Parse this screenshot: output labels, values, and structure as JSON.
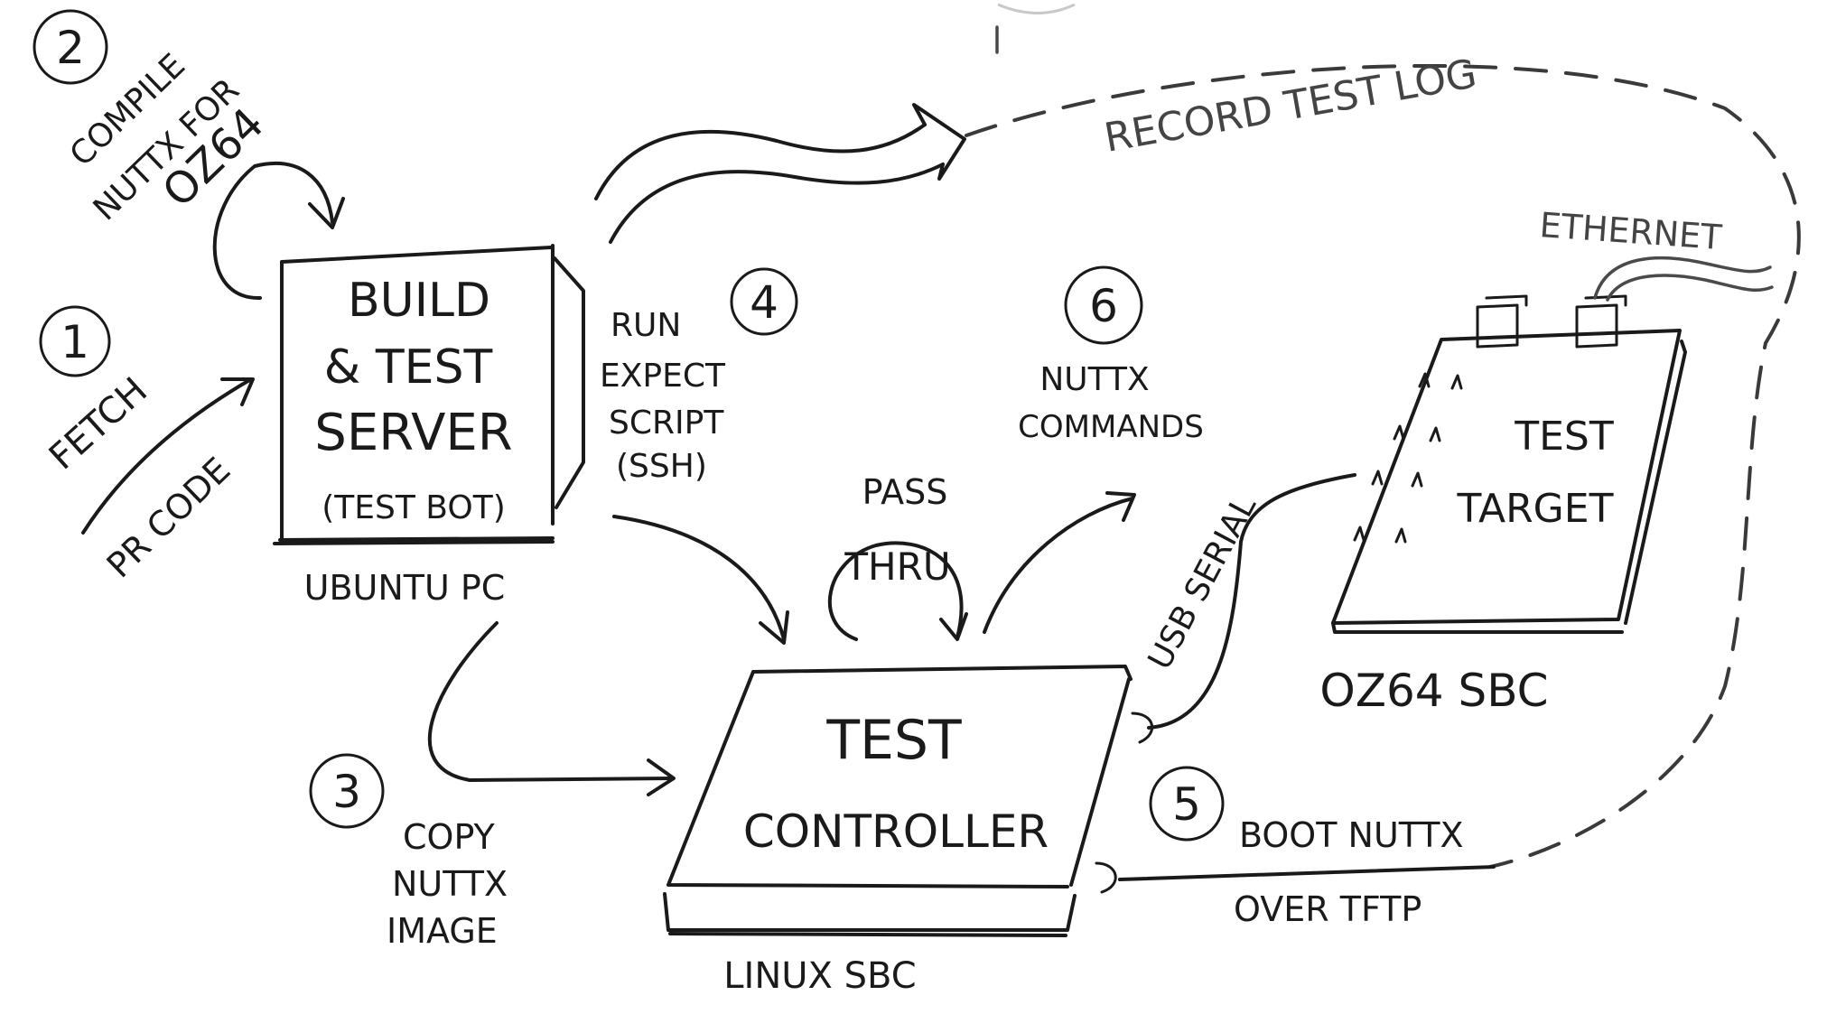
{
  "steps": {
    "s1": {
      "number": "1",
      "label": "FETCH",
      "sublabel": "PR CODE"
    },
    "s2": {
      "number": "2",
      "label_line1": "COMPILE",
      "label_line2": "NUTTX FOR",
      "label_line3": "OZ64"
    },
    "s3": {
      "number": "3",
      "label_line1": "COPY",
      "label_line2": "NUTTX",
      "label_line3": "IMAGE"
    },
    "s4": {
      "number": "4",
      "label_line1": "RUN",
      "label_line2": "EXPECT",
      "label_line3": "SCRIPT",
      "label_line4": "(SSH)"
    },
    "s5": {
      "number": "5",
      "label_line1": "BOOT NUTTX",
      "label_line2": "OVER TFTP"
    },
    "s6": {
      "number": "6",
      "label_line1": "NUTTX",
      "label_line2": "COMMANDS"
    }
  },
  "nodes": {
    "server": {
      "line1": "BUILD",
      "line2": "& TEST",
      "line3": "SERVER",
      "line4": "(TEST BOT)",
      "caption": "UBUNTU PC"
    },
    "controller": {
      "line1": "TEST",
      "line2": "CONTROLLER",
      "caption": "LINUX SBC"
    },
    "target": {
      "line1": "TEST",
      "line2": "TARGET",
      "caption": "OZ64 SBC"
    }
  },
  "links": {
    "record": "RECORD TEST LOG",
    "ethernet": "ETHERNET",
    "usb_serial": "USB SERIAL",
    "pass_thru_1": "PASS",
    "pass_thru_2": "THRU"
  }
}
